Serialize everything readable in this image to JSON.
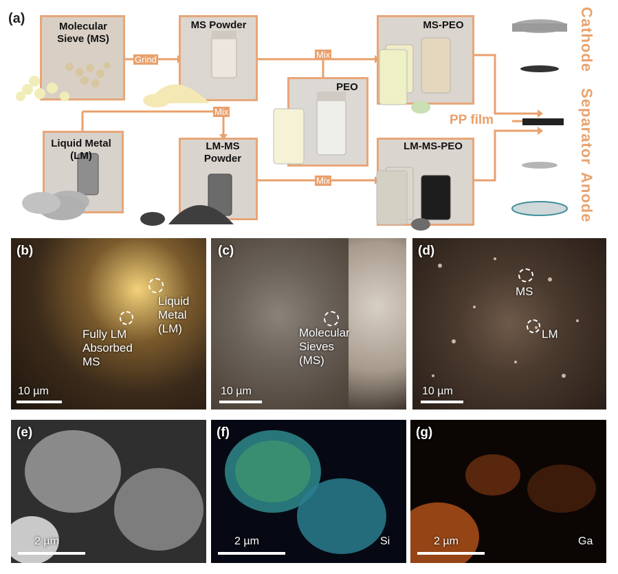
{
  "panel_a": {
    "letter": "(a)",
    "photos": {
      "ms": "Molecular\nSieve (MS)",
      "ms_powder": "MS Powder",
      "peo": "PEO",
      "ms_peo": "MS-PEO",
      "lm": "Liquid Metal\n(LM)",
      "lm_ms_powder": "LM-MS\nPowder",
      "lm_ms_peo": "LM-MS-PEO"
    },
    "arrows": {
      "grind": "Grind",
      "mix_top": "Mix",
      "mix_mid": "Mix",
      "mix_bottom": "Mix"
    },
    "pp_film": "PP film",
    "side_labels": {
      "cathode": "Cathode",
      "separator": "Separator",
      "anode": "Anode"
    }
  },
  "panel_b": {
    "letter": "(b)",
    "liquid_metal": "Liquid\nMetal\n(LM)",
    "fully_absorbed": "Fully LM\nAbsorbed\nMS",
    "scale": "10 µm"
  },
  "panel_c": {
    "letter": "(c)",
    "ms": "Molecular\nSieves\n(MS)",
    "scale": "10 µm"
  },
  "panel_d": {
    "letter": "(d)",
    "ms": "MS",
    "lm": "LM",
    "scale": "10 µm"
  },
  "panel_e": {
    "letter": "(e)",
    "scale": "2 µm"
  },
  "panel_f": {
    "letter": "(f)",
    "scale": "2 µm",
    "element": "Si"
  },
  "panel_g": {
    "letter": "(g)",
    "scale": "2 µm",
    "element": "Ga"
  },
  "colors": {
    "accent": "#e9a06c",
    "frame": "#e7a678"
  }
}
